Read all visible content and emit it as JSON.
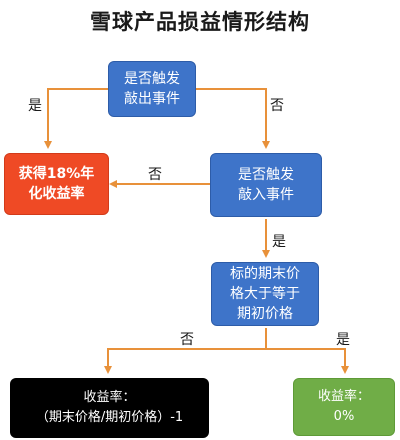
{
  "title": "雪球产品损益情形结构",
  "nodes": {
    "knock_out_check": "是否触发\n敲出事件",
    "fixed_yield": "获得18%年\n化收益率",
    "knock_in_check": "是否触发\n敲入事件",
    "price_compare": "标的期末价\n格大于等于\n期初价格",
    "yield_formula": "收益率：\n（期末价格/期初价格）-1",
    "yield_zero": "收益率：\n0%"
  },
  "edge_labels": {
    "knock_out_yes": "是",
    "knock_out_no": "否",
    "knock_in_no": "否",
    "knock_in_yes": "是",
    "compare_no": "否",
    "compare_yes": "是"
  },
  "colors": {
    "blue": "#3e74c9",
    "red": "#ef4a25",
    "black": "#000000",
    "green": "#70ad47",
    "arrow": "#e8913a"
  }
}
